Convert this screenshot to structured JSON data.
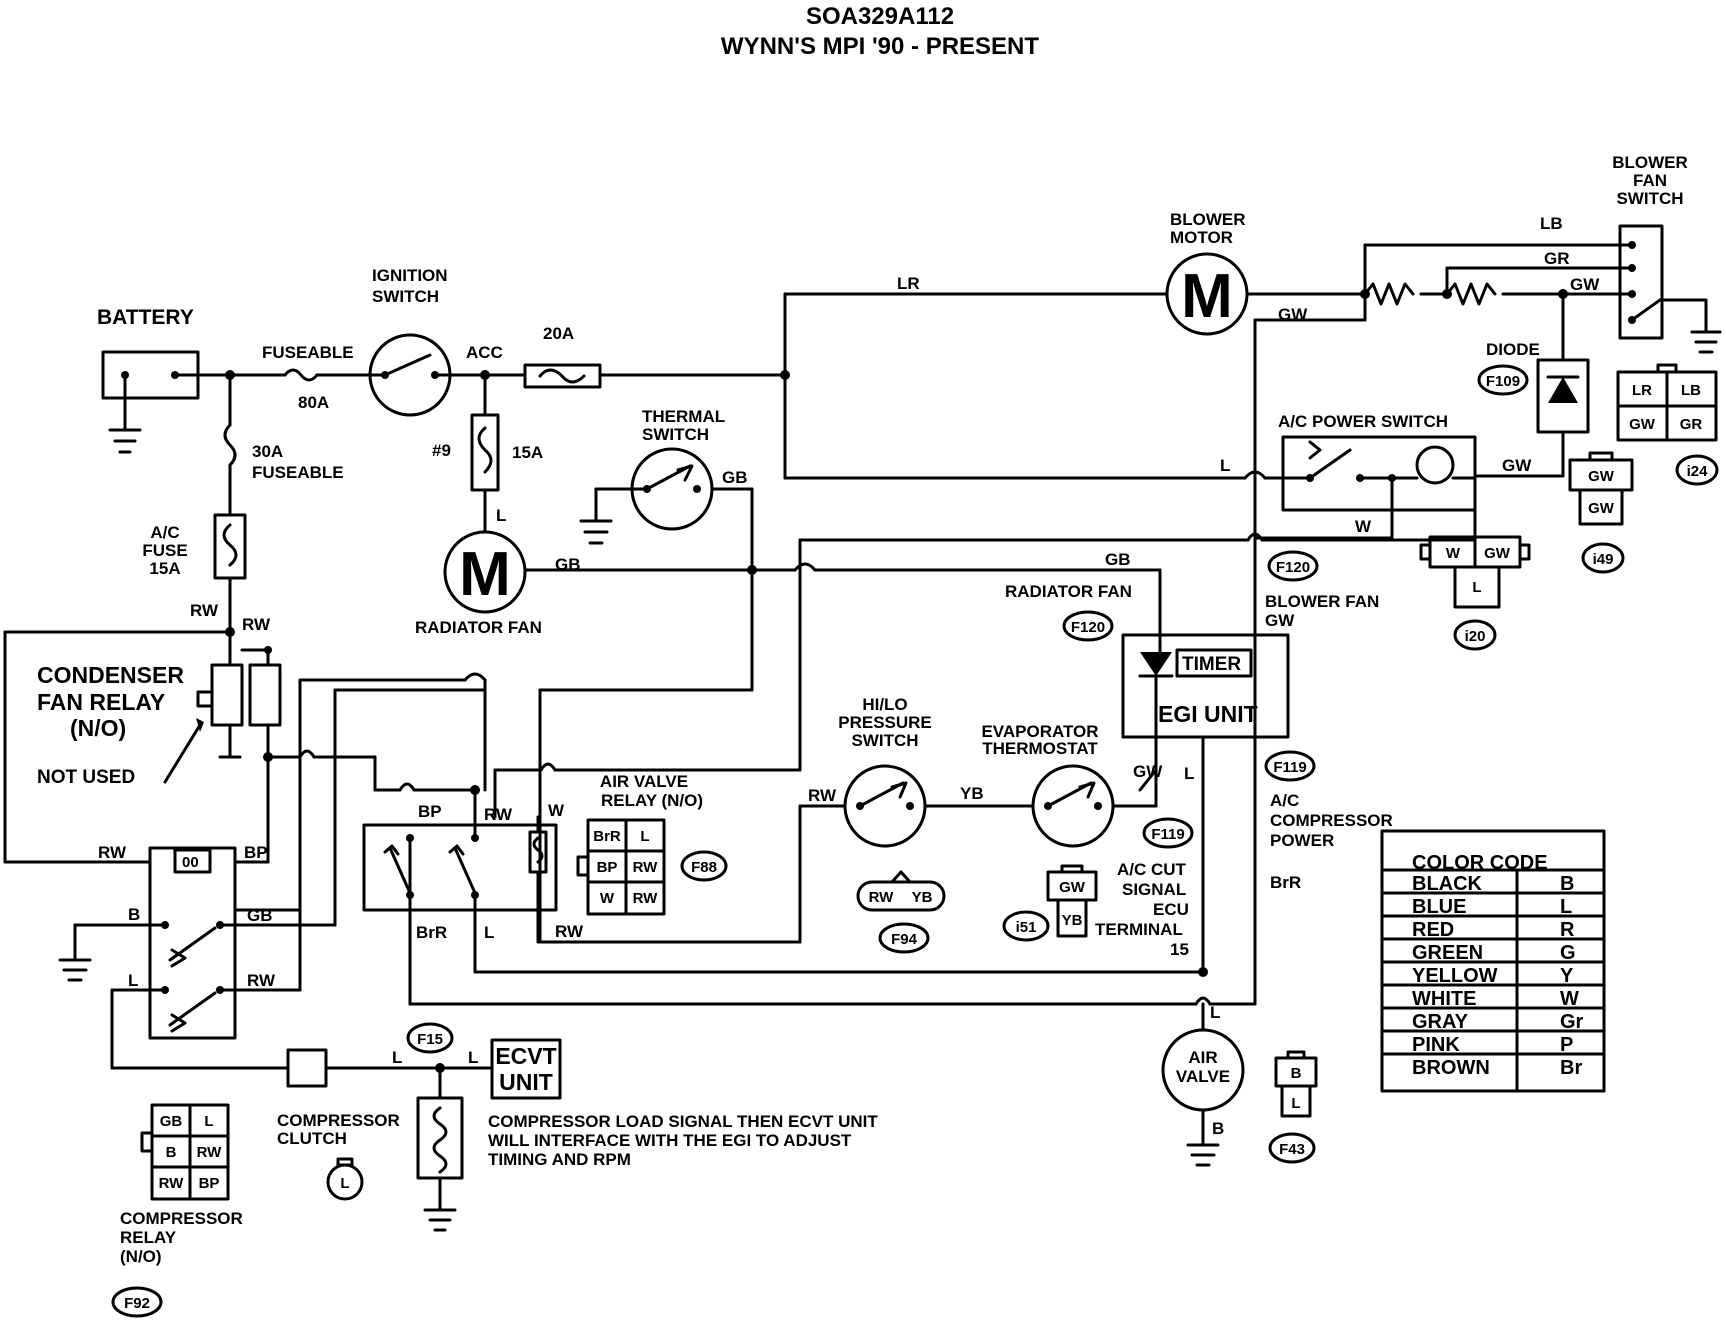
{
  "title": {
    "line1": "SOA329A112",
    "line2": "WYNN'S MPI  '90 - PRESENT"
  },
  "components": {
    "battery": "BATTERY",
    "fuseable80": "FUSEABLE",
    "fuseable80_amp": "80A",
    "ignition_l1": "IGNITION",
    "ignition_l2": "SWITCH",
    "acc": "ACC",
    "fuse20": "20A",
    "fuse9": "#9",
    "fuse15": "15A",
    "fuse30_amp": "30A",
    "fuse30_txt": "FUSEABLE",
    "acfuse_l1": "A/C",
    "acfuse_l2": "FUSE",
    "acfuse_l3": "15A",
    "thermal_l1": "THERMAL",
    "thermal_l2": "SWITCH",
    "radiator_fan": "RADIATOR FAN",
    "radiator_fan2": "RADIATOR FAN",
    "blower_motor_l1": "BLOWER",
    "blower_motor_l2": "MOTOR",
    "blower_switch_l1": "BLOWER",
    "blower_switch_l2": "FAN",
    "blower_switch_l3": "SWITCH",
    "diode": "DIODE",
    "ac_power_switch": "A/C POWER SWITCH",
    "condenser_l1": "CONDENSER",
    "condenser_l2": "FAN RELAY",
    "condenser_l3": "(N/O)",
    "not_used": "NOT USED",
    "air_valve_relay_l1": "AIR VALVE",
    "air_valve_relay_l2": "RELAY (N/O)",
    "hilo_l1": "HI/LO",
    "hilo_l2": "PRESSURE",
    "hilo_l3": "SWITCH",
    "evap_l1": "EVAPORATOR",
    "evap_l2": "THERMOSTAT",
    "timer": "TIMER",
    "egi_unit": "EGI  UNIT",
    "blower_fan_sig_l1": "BLOWER FAN",
    "blower_fan_sig_l2": "GW",
    "ac_comp_l1": "A/C",
    "ac_comp_l2": "COMPRESSOR",
    "ac_comp_l3": "POWER",
    "ac_cut_l1": "A/C CUT",
    "ac_cut_l2": "SIGNAL",
    "ac_cut_l3": "ECU",
    "ac_cut_l4": "TERMINAL",
    "ac_cut_l5": "15",
    "air_valve_l1": "AIR",
    "air_valve_l2": "VALVE",
    "ecvt_l1": "ECVT",
    "ecvt_l2": "UNIT",
    "comp_clutch_l1": "COMPRESSOR",
    "comp_clutch_l2": "CLUTCH",
    "comp_note_l1": "COMPRESSOR LOAD SIGNAL THEN ECVT UNIT",
    "comp_note_l2": "WILL INTERFACE WITH THE EGI TO ADJUST",
    "comp_note_l3": "TIMING AND RPM",
    "comp_relay_l1": "COMPRESSOR",
    "comp_relay_l2": "RELAY",
    "comp_relay_l3": "(N/O)",
    "m": "M"
  },
  "wires": {
    "lr": "LR",
    "gw": "GW",
    "lb": "LB",
    "gr": "GR",
    "gb": "GB",
    "l": "L",
    "w": "W",
    "rw": "RW",
    "bp": "BP",
    "brr": "BrR",
    "b": "B",
    "yb": "YB"
  },
  "connectors": {
    "f109": "F109",
    "f120": "F120",
    "f119": "F119",
    "f88": "F88",
    "f94": "F94",
    "i51": "i51",
    "i24": "i24",
    "i49": "i49",
    "i20": "i20",
    "f15": "F15",
    "f43": "F43",
    "f92": "F92",
    "f120b": "F120",
    "f119b": "F119"
  },
  "pins": {
    "i24": [
      "LR",
      "LB",
      "GW",
      "GR"
    ],
    "i49": [
      "GW",
      "GW"
    ],
    "i20": [
      "W",
      "GW",
      "L"
    ],
    "f88": [
      "BrR",
      "L",
      "BP",
      "RW",
      "W",
      "RW"
    ],
    "f94": [
      "RW",
      "YB"
    ],
    "i51": [
      "GW",
      "YB"
    ],
    "f43": [
      "B",
      "L"
    ],
    "f92": [
      "GB",
      "L",
      "B",
      "RW",
      "RW",
      "BP"
    ],
    "f15": "L",
    "relay_oo": "00"
  },
  "color_code": {
    "title": "COLOR CODE",
    "rows": [
      {
        "name": "BLACK",
        "code": "B"
      },
      {
        "name": "BLUE",
        "code": "L"
      },
      {
        "name": "RED",
        "code": "R"
      },
      {
        "name": "GREEN",
        "code": "G"
      },
      {
        "name": "YELLOW",
        "code": "Y"
      },
      {
        "name": "WHITE",
        "code": "W"
      },
      {
        "name": "GRAY",
        "code": "Gr"
      },
      {
        "name": "PINK",
        "code": "P"
      },
      {
        "name": "BROWN",
        "code": "Br"
      }
    ]
  }
}
